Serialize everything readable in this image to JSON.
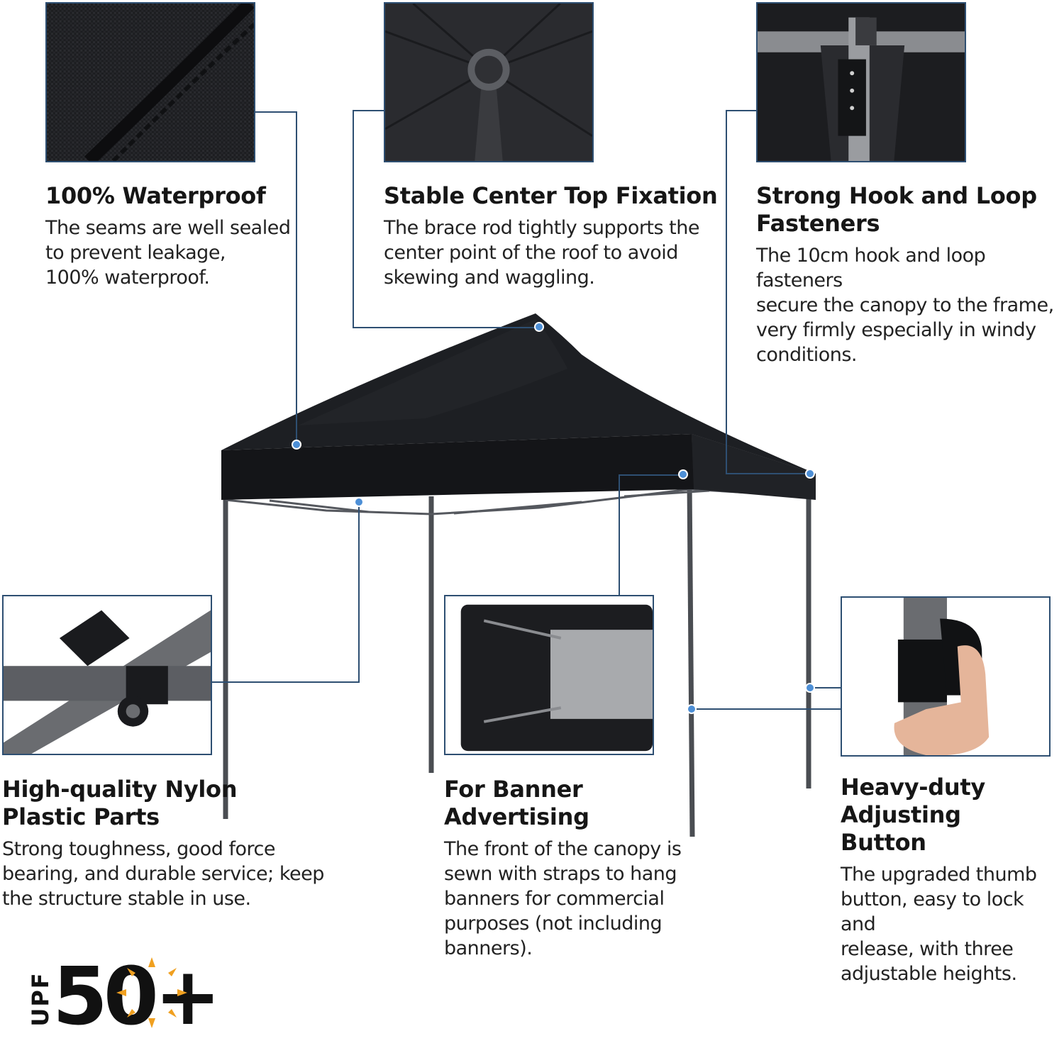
{
  "features": [
    {
      "title": "100% Waterproof",
      "body": "The seams are well sealed\nto prevent leakage,\n100% waterproof."
    },
    {
      "title": "Stable Center Top Fixation",
      "body": "The brace rod tightly supports the\ncenter point of the roof to avoid\nskewing and waggling."
    },
    {
      "title": "Strong Hook and Loop\nFasteners",
      "body": "The 10cm hook and loop fasteners\nsecure the canopy to the frame,\nvery firmly especially in windy\nconditions."
    },
    {
      "title": "High-quality Nylon\nPlastic Parts",
      "body": "Strong toughness, good force\nbearing, and durable service; keep\nthe structure stable in use."
    },
    {
      "title": "For Banner\nAdvertising",
      "body": "The front of the canopy is\nsewn with straps to hang\nbanners for commercial\npurposes (not including\nbanners)."
    },
    {
      "title": "Heavy-duty\nAdjusting\nButton",
      "body": "The upgraded thumb\nbutton, easy to lock and\nrelease, with three\nadjustable heights."
    }
  ],
  "upf_badge": {
    "prefix": "UPF",
    "value": "50",
    "suffix": "+"
  },
  "colors": {
    "callout": "#2e4f72",
    "canopy": "#1d1f23",
    "frame": "#4a4d52",
    "sun": "#f0a020"
  }
}
